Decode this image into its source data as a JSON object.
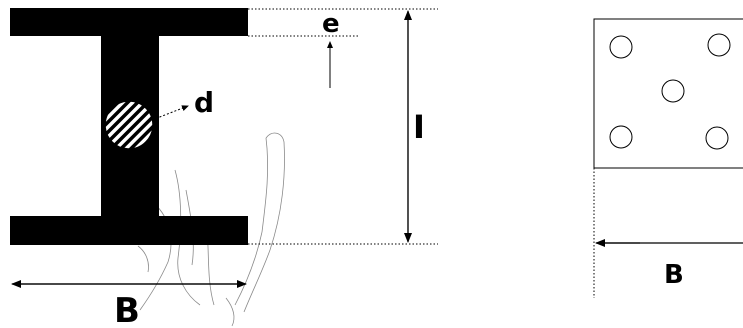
{
  "labels": {
    "thickness": "e",
    "diameter": "d",
    "height": "I",
    "width_beam": "B",
    "width_plate": "B"
  },
  "colors": {
    "ink": "#000000",
    "faint": "#8a8a8a",
    "background": "#ffffff"
  }
}
